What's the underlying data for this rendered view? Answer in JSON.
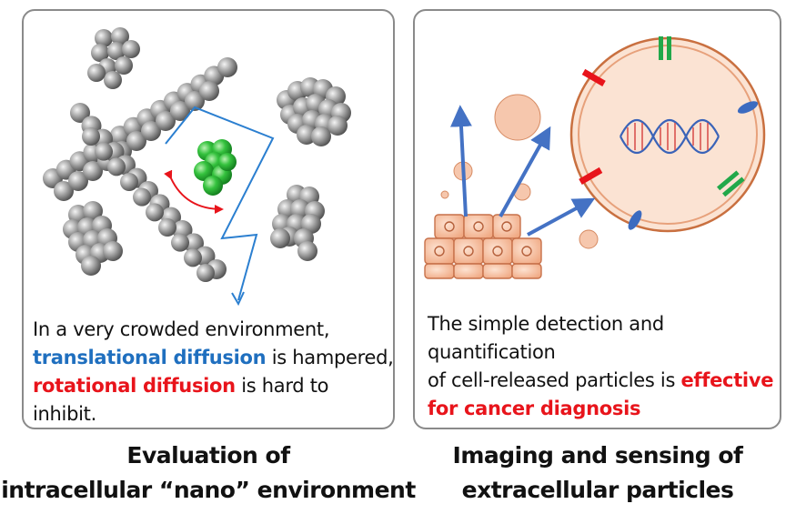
{
  "left_panel": {
    "caption": {
      "line1": "In a very crowded environment,",
      "translational": "translational diffusion",
      "line2_rest": " is hampered,",
      "rotational": "rotational diffusion",
      "line3_rest": " is hard to inhibit."
    },
    "title_line1": "Evaluation of",
    "title_line2": "intracellular “nano” environment"
  },
  "right_panel": {
    "caption": {
      "line1": "The simple detection and quantification",
      "line2_start": "of cell-released particles is ",
      "highlight_a": "effective",
      "highlight_b": "for cancer diagnosis"
    },
    "title_line1": "Imaging and sensing of",
    "title_line2": "extracellular particles"
  },
  "colors": {
    "translational": "#1f6fbf",
    "rotational": "#e8141b",
    "cell": "#f2b48f",
    "arrow": "#4472c4",
    "dna": "#3a63b8",
    "particle": "#43c046"
  }
}
